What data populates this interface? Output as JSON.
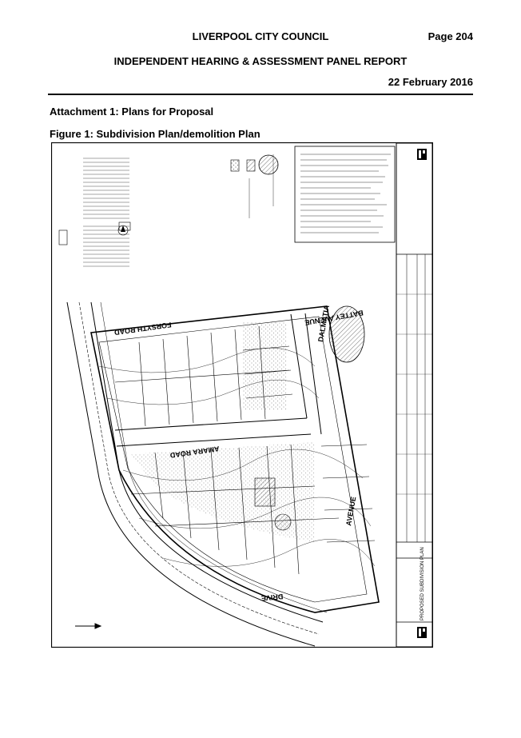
{
  "header": {
    "council": "LIVERPOOL CITY COUNCIL",
    "page": "Page 204",
    "report_title": "INDEPENDENT HEARING & ASSESSMENT PANEL REPORT",
    "date": "22 February 2016"
  },
  "attachment": {
    "title": "Attachment 1:  Plans for Proposal",
    "figure_caption": "Figure 1: Subdivision Plan/demolition Plan"
  },
  "plan": {
    "street_labels": [
      "FORSYTH ROAD",
      "AMARA ROAD",
      "DRIVE",
      "AVENUE",
      "BATTEY AVENUE",
      "DALMATIA"
    ],
    "title_block_text": "PROPOSED SUBDIVISION PLAN"
  }
}
